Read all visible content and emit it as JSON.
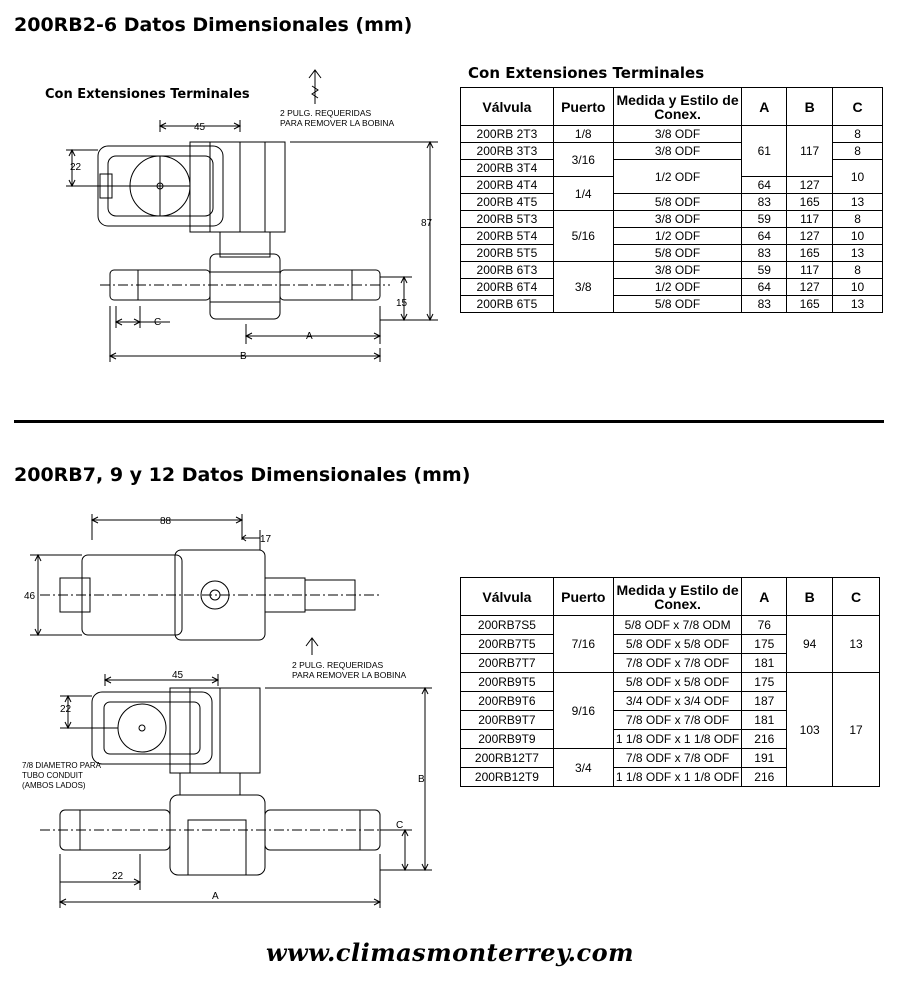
{
  "section1": {
    "title": "200RB2-6 Datos Dimensionales (mm)",
    "diagram_label": "Con Extensiones Terminales",
    "table_title": "Con Extensiones Terminales",
    "diagram": {
      "note_line1": "2 PULG. REQUERIDAS",
      "note_line2": "PARA REMOVER LA BOBINA",
      "dim_45": "45",
      "dim_22": "22",
      "dim_87": "87",
      "dim_15": "15",
      "dim_c": "C",
      "dim_a": "A",
      "dim_b": "B"
    },
    "headers": [
      "Válvula",
      "Puerto",
      "Medida y Estilo de Conex.",
      "A",
      "B",
      "C"
    ],
    "rows": [
      [
        "200RB 2T3",
        "1/8",
        "3/8 ODF",
        "61",
        "117",
        "8"
      ],
      [
        "200RB 3T3",
        "3/16",
        "3/8 ODF",
        "",
        "",
        "8"
      ],
      [
        "200RB 3T4",
        "",
        "1/2 ODF",
        "",
        "",
        "10"
      ],
      [
        "200RB 4T4",
        "1/4",
        "",
        "64",
        "127",
        ""
      ],
      [
        "200RB 4T5",
        "",
        "5/8 ODF",
        "83",
        "165",
        "13"
      ],
      [
        "200RB 5T3",
        "5/16",
        "3/8 ODF",
        "59",
        "117",
        "8"
      ],
      [
        "200RB 5T4",
        "",
        "1/2 ODF",
        "64",
        "127",
        "10"
      ],
      [
        "200RB 5T5",
        "",
        "5/8 ODF",
        "83",
        "165",
        "13"
      ],
      [
        "200RB 6T3",
        "3/8",
        "3/8 ODF",
        "59",
        "117",
        "8"
      ],
      [
        "200RB 6T4",
        "",
        "1/2 ODF",
        "64",
        "127",
        "10"
      ],
      [
        "200RB 6T5",
        "",
        "5/8 ODF",
        "83",
        "165",
        "13"
      ]
    ]
  },
  "section2": {
    "title": "200RB7, 9 y 12 Datos Dimensionales (mm)",
    "diagram": {
      "dim_88": "88",
      "dim_17": "17",
      "dim_46": "46",
      "dim_45": "45",
      "dim_22a": "22",
      "dim_22b": "22",
      "dim_b": "B",
      "dim_c": "C",
      "dim_a": "A",
      "note_line1": "2 PULG. REQUERIDAS",
      "note_line2": "PARA REMOVER LA BOBINA",
      "conduit_line1": "7/8 DIAMETRO PARA",
      "conduit_line2": "TUBO CONDUIT",
      "conduit_line3": "(AMBOS LADOS)"
    },
    "headers": [
      "Válvula",
      "Puerto",
      "Medida y Estilo de Conex.",
      "A",
      "B",
      "C"
    ],
    "rows": [
      [
        "200RB7S5",
        "7/16",
        "5/8 ODF x 7/8 ODM",
        "76",
        "94",
        "13"
      ],
      [
        "200RB7T5",
        "",
        "5/8 ODF x 5/8 ODF",
        "175",
        "",
        ""
      ],
      [
        "200RB7T7",
        "",
        "7/8 ODF x 7/8 ODF",
        "181",
        "",
        ""
      ],
      [
        "200RB9T5",
        "9/16",
        "5/8 ODF x 5/8 ODF",
        "175",
        "103",
        "17"
      ],
      [
        "200RB9T6",
        "",
        "3/4 ODF x 3/4 ODF",
        "187",
        "",
        ""
      ],
      [
        "200RB9T7",
        "",
        "7/8 ODF x 7/8 ODF",
        "181",
        "",
        ""
      ],
      [
        "200RB9T9",
        "",
        "1 1/8 ODF x 1 1/8 ODF",
        "216",
        "",
        ""
      ],
      [
        "200RB12T7",
        "3/4",
        "7/8 ODF x 7/8 ODF",
        "191",
        "",
        ""
      ],
      [
        "200RB12T9",
        "",
        "1 1/8 ODF x 1 1/8 ODF",
        "216",
        "",
        ""
      ]
    ]
  },
  "footer": {
    "website": "www.climasmonterrey.com"
  }
}
